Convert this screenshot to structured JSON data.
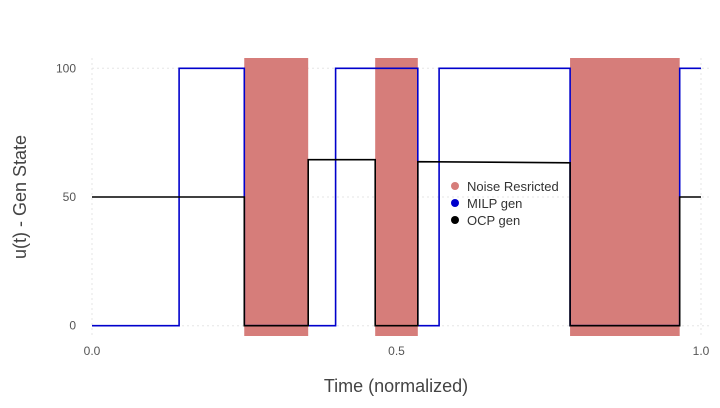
{
  "chart_data": {
    "type": "line",
    "xlabel": "Time (normalized)",
    "ylabel": "u(t) - Gen State",
    "xlim": [
      0,
      1
    ],
    "ylim": [
      -4,
      104
    ],
    "x_ticks": [
      {
        "value": 0.0,
        "label": "0.0"
      },
      {
        "value": 0.5,
        "label": "0.5"
      },
      {
        "value": 1.0,
        "label": "1.0"
      }
    ],
    "y_ticks": [
      {
        "value": 0,
        "label": "0"
      },
      {
        "value": 50,
        "label": "50"
      },
      {
        "value": 100,
        "label": "100"
      }
    ],
    "grid": true,
    "legend_position": "right-middle",
    "noise_restricted": {
      "name": "Noise Resricted",
      "color": "#d67d7a",
      "intervals": [
        [
          0.25,
          0.355
        ],
        [
          0.465,
          0.535
        ],
        [
          0.785,
          0.965
        ]
      ]
    },
    "series": [
      {
        "name": "MILP gen",
        "color": "#0000cc",
        "step_points": [
          [
            0.0,
            0
          ],
          [
            0.143,
            0
          ],
          [
            0.143,
            100
          ],
          [
            0.25,
            100
          ],
          [
            0.25,
            0
          ],
          [
            0.4,
            0
          ],
          [
            0.4,
            100
          ],
          [
            0.535,
            100
          ],
          [
            0.535,
            0
          ],
          [
            0.57,
            0
          ],
          [
            0.57,
            100
          ],
          [
            0.785,
            100
          ],
          [
            0.785,
            0
          ],
          [
            0.965,
            0
          ],
          [
            0.965,
            100
          ],
          [
            1.0,
            100
          ]
        ]
      },
      {
        "name": "OCP gen",
        "color": "#000000",
        "step_points": [
          [
            0.0,
            50
          ],
          [
            0.25,
            50
          ],
          [
            0.25,
            0
          ],
          [
            0.355,
            0
          ],
          [
            0.355,
            64.5
          ],
          [
            0.465,
            64.5
          ],
          [
            0.465,
            0
          ],
          [
            0.535,
            0
          ],
          [
            0.535,
            63.7
          ],
          [
            0.785,
            63.3
          ],
          [
            0.785,
            0
          ],
          [
            0.965,
            0
          ],
          [
            0.965,
            50
          ],
          [
            1.0,
            50
          ]
        ]
      }
    ]
  }
}
